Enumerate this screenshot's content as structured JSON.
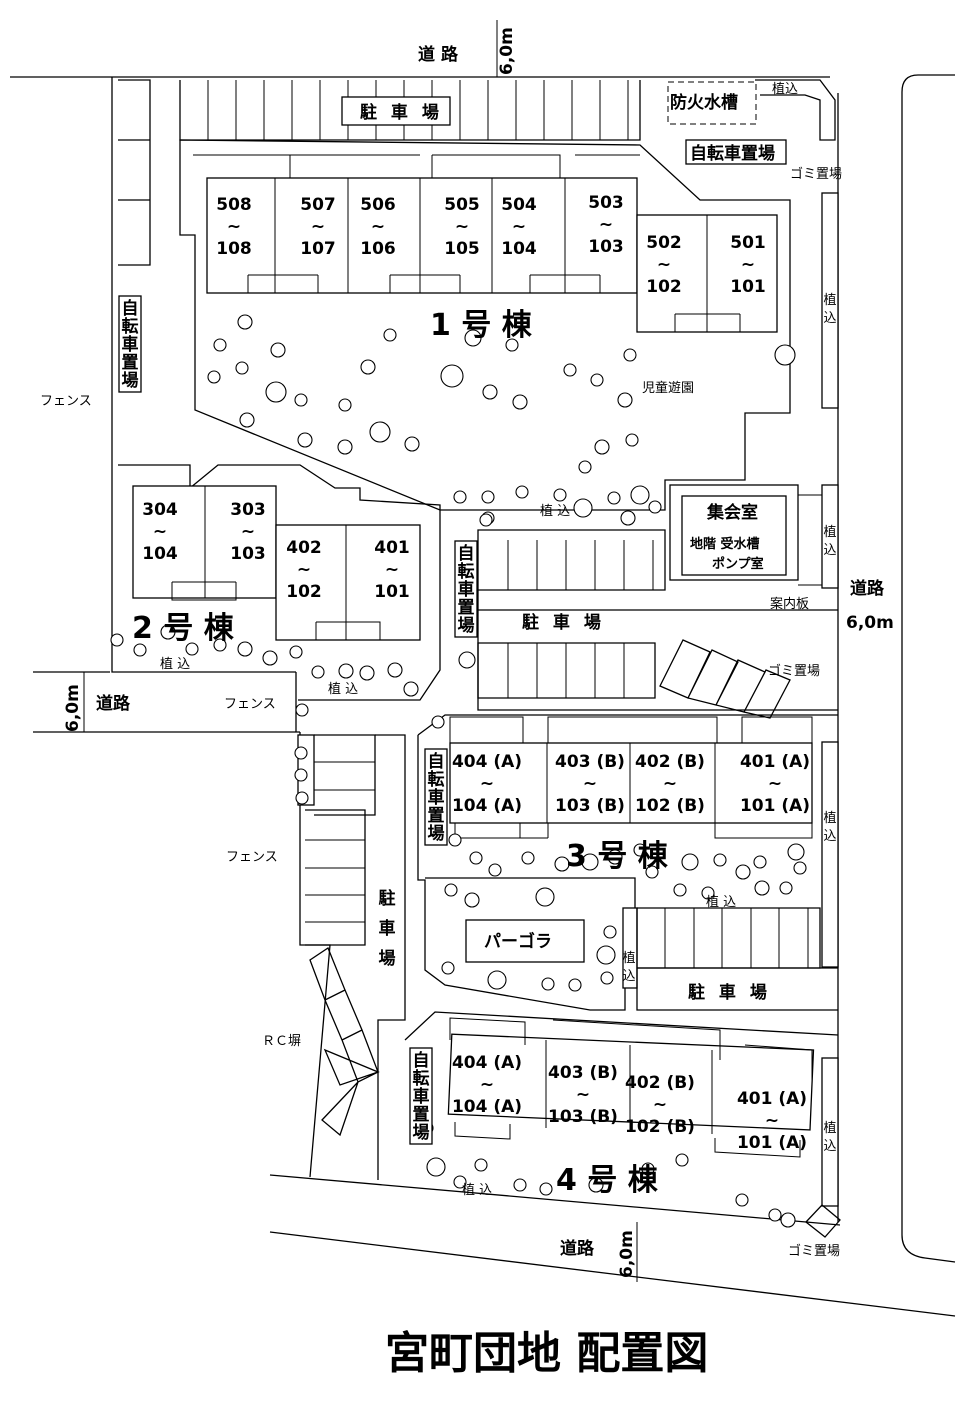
{
  "title": "宮町団地 配置図",
  "roads": {
    "north": {
      "label": "道路",
      "width": "6,0m"
    },
    "east": {
      "label": "道路",
      "width": "6,0m"
    },
    "west": {
      "label": "道路",
      "width": "6,0m"
    },
    "south": {
      "label": "道路",
      "width": "6,0m"
    }
  },
  "buildings": {
    "b1": {
      "label": "1 号 棟",
      "units": [
        {
          "top": "508",
          "bottom": "108"
        },
        {
          "top": "507",
          "bottom": "107"
        },
        {
          "top": "506",
          "bottom": "106"
        },
        {
          "top": "505",
          "bottom": "105"
        },
        {
          "top": "504",
          "bottom": "104"
        },
        {
          "top": "503",
          "bottom": "103"
        },
        {
          "top": "502",
          "bottom": "102"
        },
        {
          "top": "501",
          "bottom": "101"
        }
      ]
    },
    "b2": {
      "label": "2 号 棟",
      "units": [
        {
          "top": "304",
          "bottom": "104"
        },
        {
          "top": "303",
          "bottom": "103"
        },
        {
          "top": "402",
          "bottom": "102"
        },
        {
          "top": "401",
          "bottom": "101"
        }
      ]
    },
    "b3": {
      "label": "3 号 棟",
      "units": [
        {
          "top": "404 (A)",
          "bottom": "104 (A)"
        },
        {
          "top": "403 (B)",
          "bottom": "103 (B)"
        },
        {
          "top": "402 (B)",
          "bottom": "102 (B)"
        },
        {
          "top": "401 (A)",
          "bottom": "101 (A)"
        }
      ]
    },
    "b4": {
      "label": "4 号 棟",
      "units": [
        {
          "top": "404 (A)",
          "bottom": "104 (A)"
        },
        {
          "top": "403 (B)",
          "bottom": "103 (B)"
        },
        {
          "top": "402 (B)",
          "bottom": "102 (B)"
        },
        {
          "top": "401 (A)",
          "bottom": "101 (A)"
        }
      ]
    }
  },
  "tilde": "~",
  "labels": {
    "parking_north": "駐 車 場",
    "parking_center": "駐 車 場",
    "parking_west": "駐車場",
    "parking_south": "駐 車 場",
    "fire_tank": "防火水槽",
    "planting_short": "植 込",
    "planting_v": "植込",
    "bicycle_north": "自転車置場",
    "bicycle_v": "自転車置場",
    "garbage": "ゴミ置場",
    "playground": "児童遊園",
    "fence": "フェンス",
    "meeting_room": "集会室",
    "pump_room_1": "地階 受水槽",
    "pump_room_2": "ポンプ室",
    "info_board": "案内板",
    "pergola": "パーゴラ",
    "rc_wall": "ＲＣ塀"
  }
}
